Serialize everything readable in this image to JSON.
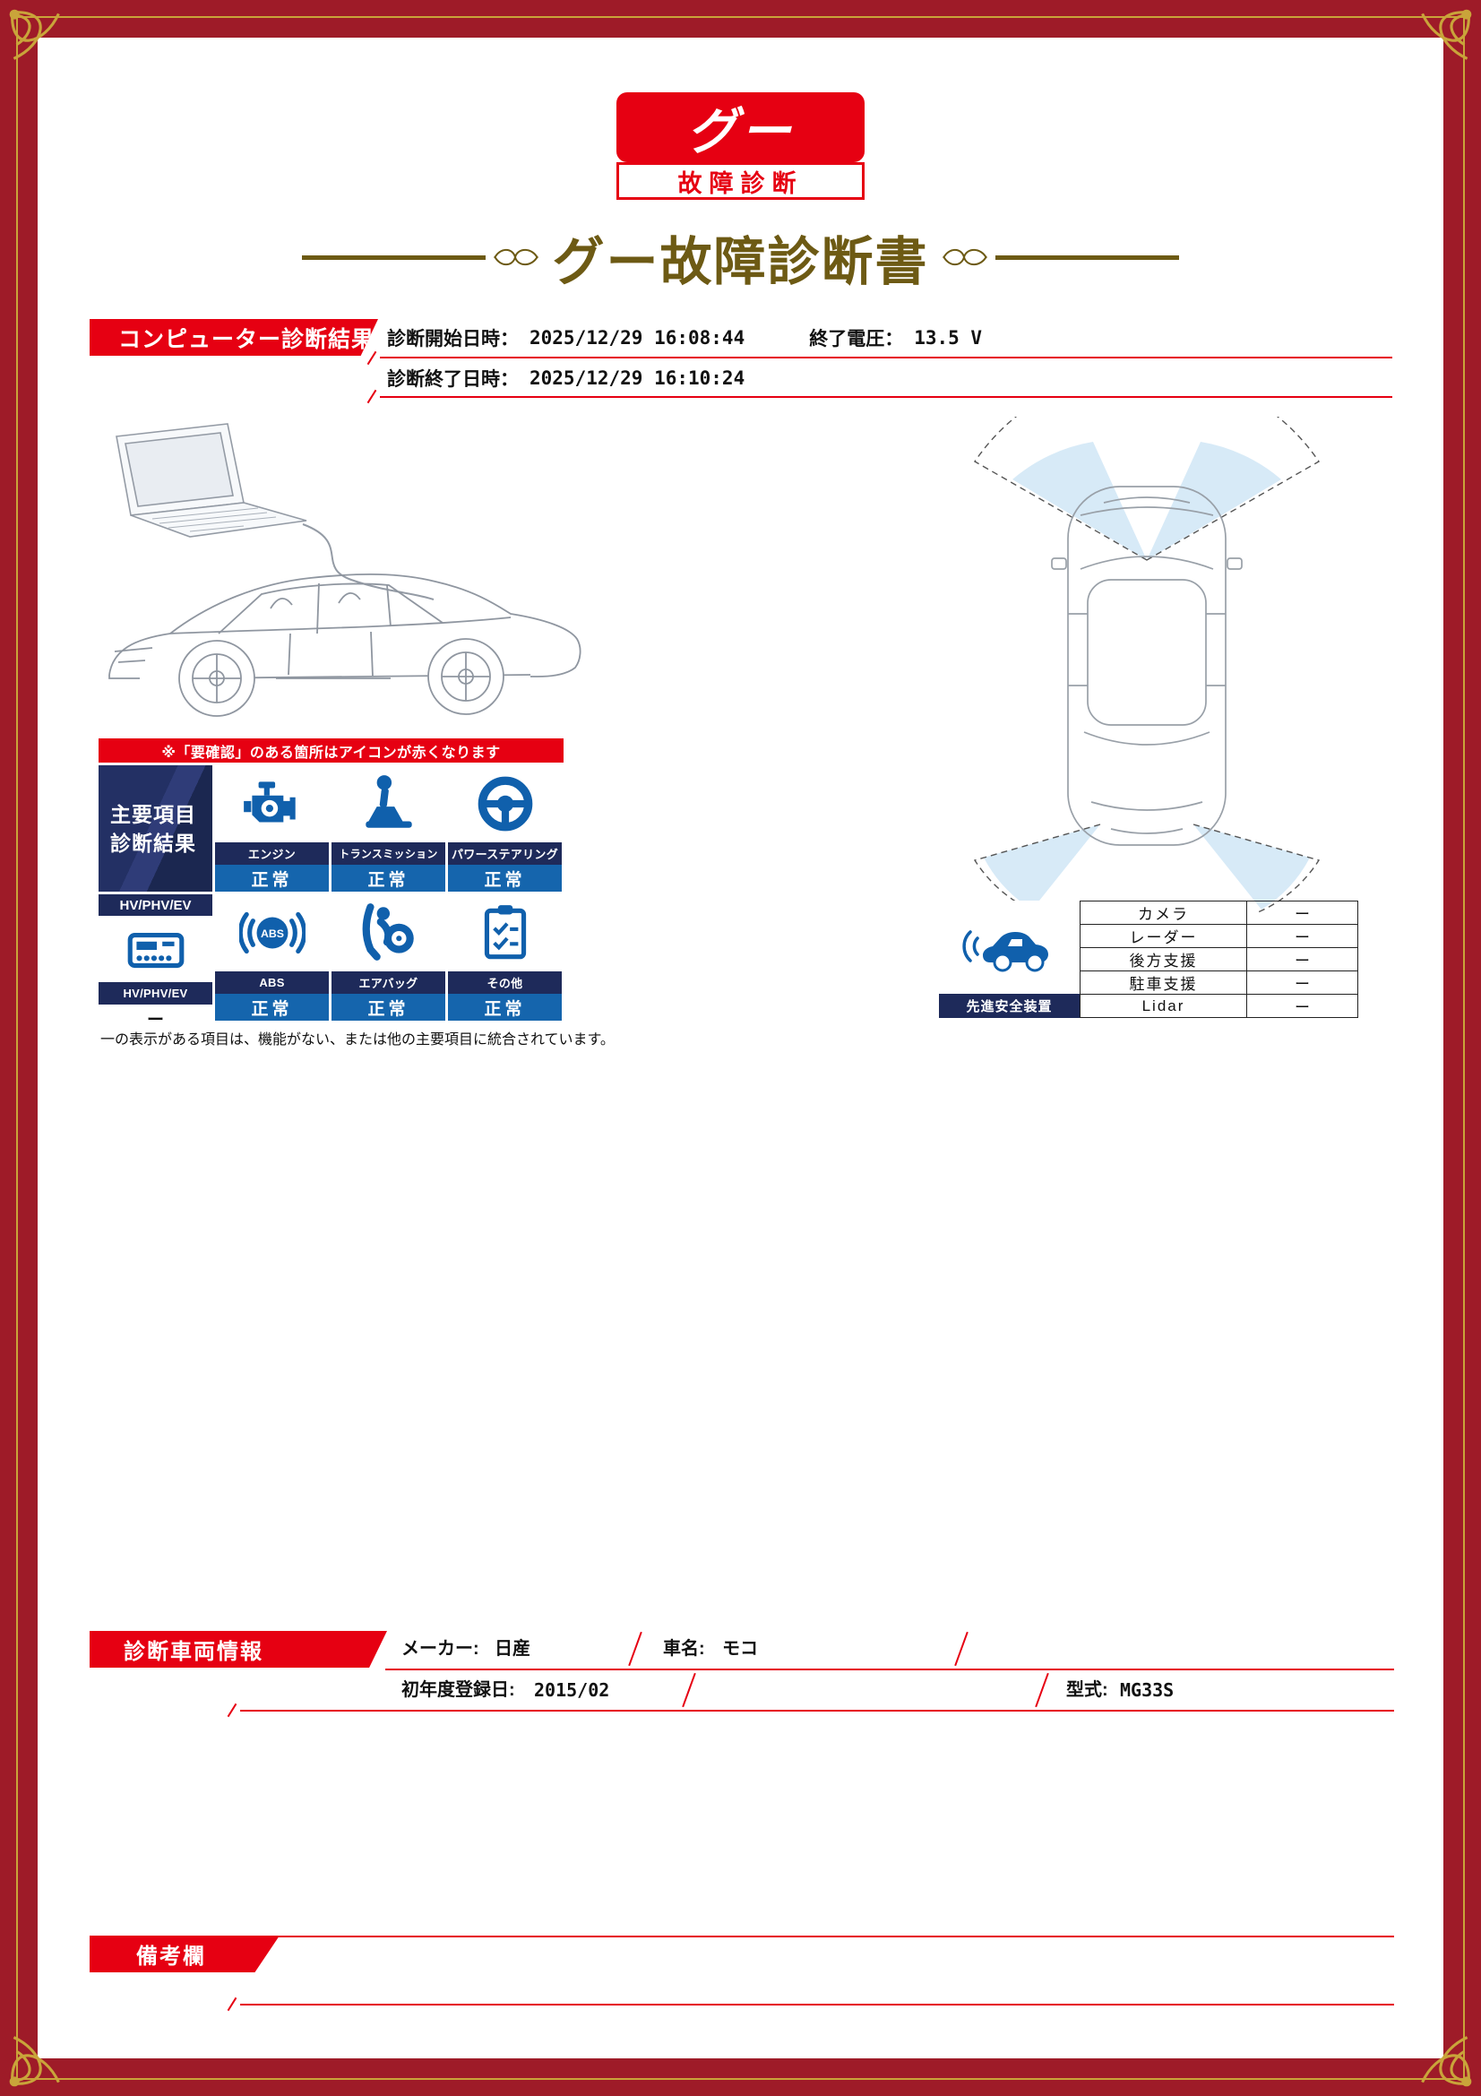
{
  "logo": {
    "mark": "グー",
    "sub": "故障診断"
  },
  "title": "グー故障診断書",
  "computer_diagnosis": {
    "banner": "コンピューター診断結果",
    "start_label": "診断開始日時：",
    "start_value": "2025/12/29 16:08:44",
    "voltage_label": "終了電圧：",
    "voltage_value": "13.5 V",
    "end_label": "診断終了日時：",
    "end_value": "2025/12/29 16:10:24"
  },
  "notice": "※「要確認」のある箇所はアイコンが赤くなります",
  "grid": {
    "header_line1": "主要項目",
    "header_line2": "診断結果",
    "items": [
      {
        "label": "エンジン",
        "status": "正常"
      },
      {
        "label": "トランスミッション",
        "status": "正常"
      },
      {
        "label": "パワーステアリング",
        "status": "正常"
      },
      {
        "top": "HV/PHV/EV",
        "label": "HV/PHV/EV",
        "status": "ー"
      },
      {
        "label": "ABS",
        "status": "正常"
      },
      {
        "label": "エアバッグ",
        "status": "正常"
      },
      {
        "label": "その他",
        "status": "正常"
      }
    ],
    "note": "一の表示がある項目は、機能がない、または他の主要項目に統合されています。"
  },
  "safety": {
    "label": "先進安全装置",
    "rows": [
      {
        "name": "カメラ",
        "value": "ー"
      },
      {
        "name": "レーダー",
        "value": "ー"
      },
      {
        "name": "後方支援",
        "value": "ー"
      },
      {
        "name": "駐車支援",
        "value": "ー"
      },
      {
        "name": "Lidar",
        "value": "ー"
      }
    ]
  },
  "vehicle": {
    "banner": "診断車両情報",
    "maker_label": "メーカー:",
    "maker_value": "日産",
    "name_label": "車名:",
    "name_value": "モコ",
    "reg_label": "初年度登録日:",
    "reg_value": "2015/02",
    "model_label": "型式:",
    "model_value": "MG33S"
  },
  "remarks": {
    "banner": "備考欄"
  },
  "colors": {
    "accent_red": "#e60012",
    "navy": "#1e2a5a",
    "blue": "#1565ad",
    "frame_maroon": "#9e1b28",
    "gold": "#c9a43a",
    "title_brown": "#6d5a14"
  }
}
